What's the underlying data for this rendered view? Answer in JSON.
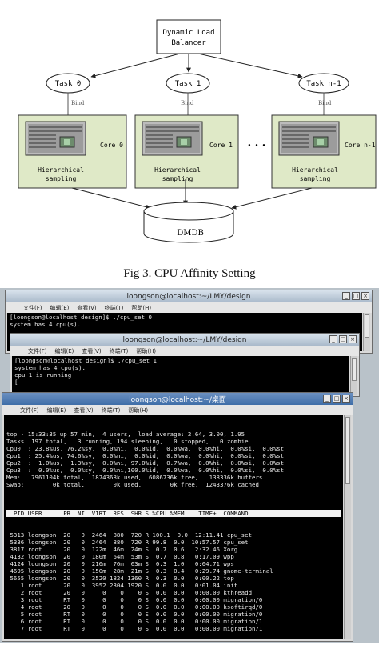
{
  "diagram": {
    "balancer": [
      "Dynamic Load",
      "Balancer"
    ],
    "tasks": [
      "Task 0",
      "Task 1",
      "Task n-1"
    ],
    "bind_label": "Bind",
    "cores": [
      "Core 0",
      "Core 1",
      "Core n-1"
    ],
    "sampling": [
      "Hierarchical",
      "sampling"
    ],
    "ellipsis": "· · ·",
    "db": "DMDB"
  },
  "caption": "Fig 3. CPU Affinity Setting",
  "menu_items": [
    "文件(F)",
    "编辑(E)",
    "查看(V)",
    "终端(T)",
    "帮助(H)"
  ],
  "windows": {
    "w1": {
      "title": "loongson@localhost:~/LMY/design",
      "lines": [
        "[loongson@localhost design]$ ./cpu_set 0",
        "system has 4 cpu(s)."
      ]
    },
    "w2": {
      "title": "loongson@localhost:~/LMY/design",
      "lines": [
        "[loongson@localhost design]$ ./cpu_set 1",
        "system has 4 cpu(s).",
        "cpu 1 is running",
        "["
      ]
    },
    "w3": {
      "title": "loongson@localhost:~/桌面",
      "summary": [
        "top - 15:33:35 up 57 min,  4 users,  load average: 2.64, 3.00, 1.95",
        "Tasks: 197 total,   3 running, 194 sleeping,   0 stopped,   0 zombie",
        "Cpu0  : 23.8%us, 76.2%sy,  0.0%ni,  0.0%id,  0.0%wa,  0.0%hi,  0.0%si,  0.0%st",
        "Cpu1  : 25.4%us, 74.6%sy,  0.0%ni,  0.0%id,  0.0%wa,  0.0%hi,  0.0%si,  0.0%st",
        "Cpu2  :  1.0%us,  1.3%sy,  0.0%ni, 97.0%id,  0.7%wa,  0.0%hi,  0.0%si,  0.0%st",
        "Cpu3  :  0.0%us,  0.0%sy,  0.0%ni,100.0%id,  0.0%wa,  0.0%hi,  0.0%si,  0.0%st",
        "Mem:   7961104k total,  1874368k used,  6086736k free,   138336k buffers",
        "Swap:        0k total,        0k used,        0k free,  1243376k cached",
        ""
      ],
      "header": "  PID USER      PR  NI  VIRT  RES  SHR S %CPU %MEM    TIME+  COMMAND",
      "procs": [
        " 5313 loongson  20   0  2464  880  720 R 100.1  0.0  12:11.41 cpu_set",
        " 5336 loongson  20   0  2464  880  720 R 99.8  0.0  10:57.57 cpu_set",
        " 3817 root      20   0  122m  46m  24m S  0.7  0.6   2:32.46 Xorg",
        " 4132 loongson  20   0  180m  64m  53m S  0.7  0.8   0:17.09 wpp",
        " 4124 loongson  20   0  210m  76m  63m S  0.3  1.0   0:04.71 wps",
        " 4695 loongson  20   0  150m  28m  21m S  0.3  0.4   0:29.74 gnome-terminal",
        " 5655 loongson  20   0  3520 1824 1360 R  0.3  0.0   0:00.22 top",
        "    1 root      20   0  3952 2304 1920 S  0.0  0.0   0:01.04 init",
        "    2 root      20   0     0    0    0 S  0.0  0.0   0:00.00 kthreadd",
        "    3 root      RT   0     0    0    0 S  0.0  0.0   0:00.00 migration/0",
        "    4 root      20   0     0    0    0 S  0.0  0.0   0:00.00 ksoftirqd/0",
        "    5 root      RT   0     0    0    0 S  0.0  0.0   0:00.00 migration/0",
        "    6 root      RT   0     0    0    0 S  0.0  0.0   0:00.00 migration/1",
        "    7 root      RT   0     0    0    0 S  0.0  0.0   0:00.00 migration/1"
      ]
    }
  }
}
